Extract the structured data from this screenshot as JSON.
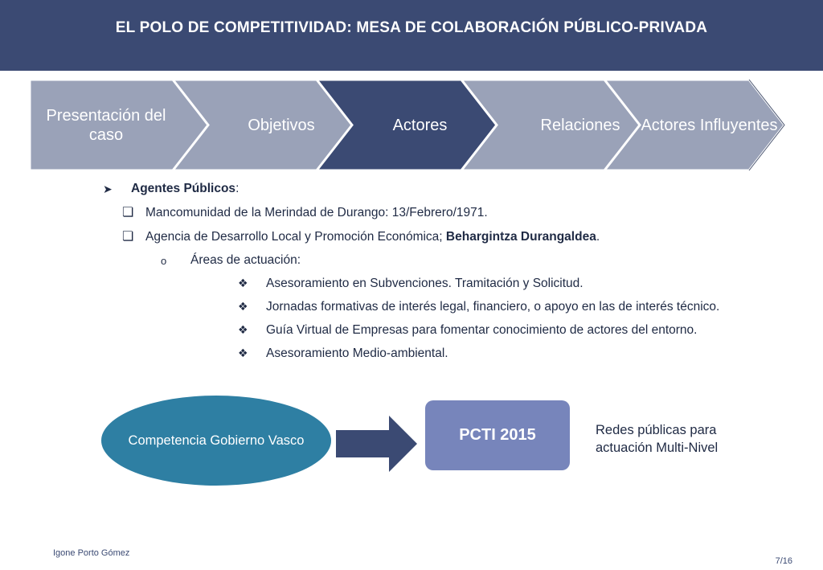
{
  "header": {
    "title": "EL POLO DE COMPETITIVIDAD: MESA DE COLABORACIÓN PÚBLICO-PRIVADA"
  },
  "steps": [
    {
      "label": "Presentación del caso",
      "active": false
    },
    {
      "label": "Objetivos",
      "active": false
    },
    {
      "label": "Actores",
      "active": true
    },
    {
      "label": "Relaciones",
      "active": false
    },
    {
      "label": "Actores Influyentes",
      "active": false
    }
  ],
  "colors": {
    "header": "#3b4a73",
    "step_inactive": "#9aa2b8",
    "step_active": "#3b4a73",
    "ellipse": "#2e7fa3",
    "box": "#7785bb"
  },
  "content": {
    "heading": "Agentes Públicos",
    "heading_suffix": ":",
    "items": [
      {
        "text": "Mancomunidad de la Merindad de Durango: 13/Febrero/1971."
      },
      {
        "text_before": "Agencia de Desarrollo Local y Promoción Económica; ",
        "bold": "Behargintza Durangaldea",
        "text_after": "."
      }
    ],
    "sub_heading": "Áreas de actuación:",
    "areas": [
      "Asesoramiento en Subvenciones. Tramitación y Solicitud.",
      "Jornadas formativas de interés legal, financiero, o apoyo en las de interés técnico.",
      "Guía Virtual de Empresas para fomentar conocimiento de actores del entorno.",
      "Asesoramiento Medio-ambiental."
    ]
  },
  "diagram": {
    "ellipse_label": "Competencia Gobierno Vasco",
    "box_label": "PCTI 2015",
    "side_text": "Redes públicas para actuación Multi-Nivel"
  },
  "footer": {
    "author": "Igone Porto Gómez",
    "page": "7/16"
  }
}
